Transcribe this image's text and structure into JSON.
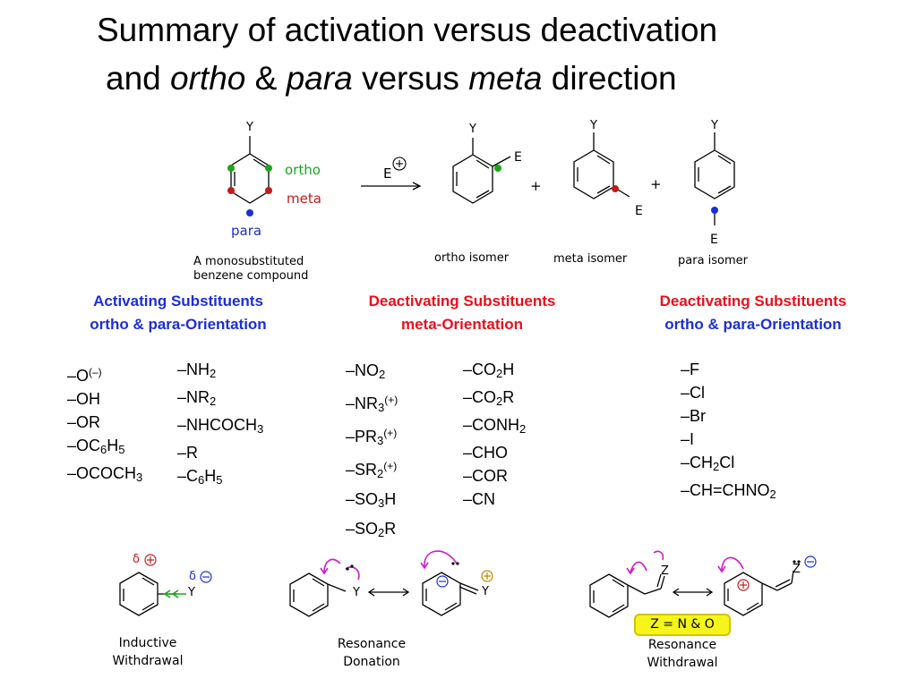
{
  "title": {
    "line1": "Summary of activation versus deactivation",
    "line2_a": "and ",
    "line2_ortho": "ortho",
    "line2_b": " & ",
    "line2_para": "para",
    "line2_c": " versus ",
    "line2_meta": "meta",
    "line2_d": " direction"
  },
  "scheme": {
    "Y": "Y",
    "E": "E",
    "ortho": "ortho",
    "meta": "meta",
    "para": "para",
    "plus": "+",
    "mono_line1": "A monosubstituted",
    "mono_line2": "benzene compound",
    "ortho_isomer": "ortho isomer",
    "meta_isomer": "meta isomer",
    "para_isomer": "para isomer",
    "colors": {
      "ortho": "#1aa61a",
      "meta": "#c41a1a",
      "para": "#1a2fd6"
    }
  },
  "groups": {
    "activating": {
      "title1": "Activating Substituents",
      "title2": "ortho & para-Orientation",
      "col1": [
        "–O",
        "–OH",
        "–OR",
        "–OC",
        "–OCOCH"
      ],
      "col2": [
        "–NH",
        "–NR",
        "–NHCOCH",
        "–R",
        "–C"
      ]
    },
    "deactivating_meta": {
      "title1": "Deactivating Substituents",
      "title2": "meta-Orientation",
      "col1": [
        "–NO",
        "–NR",
        "–PR",
        "–SR",
        "–SO",
        "–SO"
      ],
      "col2": [
        "–CO",
        "–CO",
        "–CONH",
        "–CHO",
        "–COR",
        "–CN"
      ]
    },
    "deactivating_op": {
      "title1": "Deactivating Substituents",
      "title2": "ortho & para-Orientation",
      "col1": [
        "–F",
        "–Cl",
        "–Br",
        "–I",
        "–CH",
        "–CH=CHNO"
      ]
    }
  },
  "mechanisms": {
    "inductive_1": "Inductive",
    "inductive_2": "Withdrawal",
    "donation_1": "Resonance",
    "donation_2": "Donation",
    "withdrawal_1": "Resonance",
    "withdrawal_2": "Withdrawal",
    "z_note": "Z = N & O",
    "delta": "δ",
    "Y": "Y",
    "Z": "Z"
  }
}
